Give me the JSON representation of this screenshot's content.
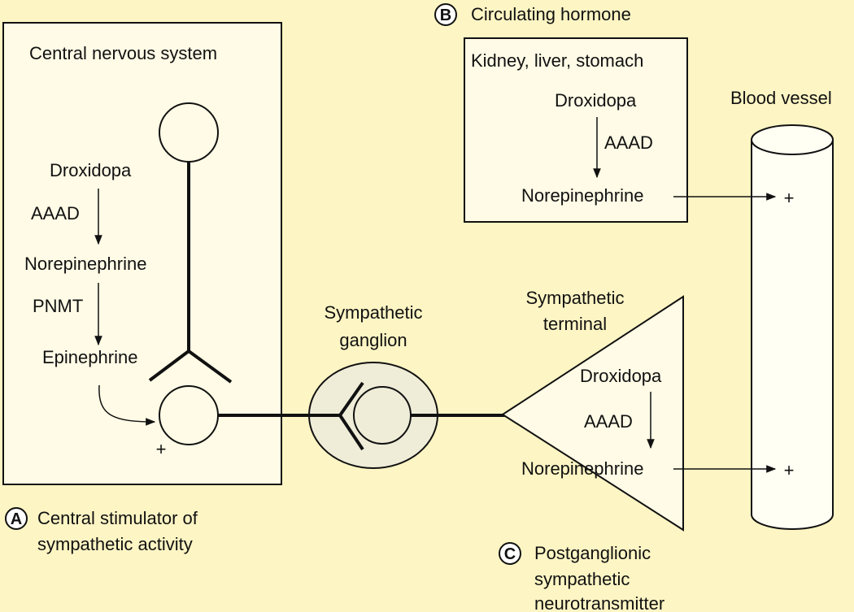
{
  "colors": {
    "background": "#fdf5c4",
    "stroke": "#111111",
    "box_fill": "#fffbe6",
    "ganglion_fill": "#efedd8",
    "vessel_fill": "#fffff4"
  },
  "cns": {
    "title": "Central nervous system",
    "step1": "Droxidopa",
    "enzyme1": "AAAD",
    "step2": "Norepinephrine",
    "enzyme2": "PNMT",
    "step3": "Epinephrine",
    "plus": "+",
    "caption_letter": "A",
    "caption_line1": "Central stimulator of",
    "caption_line2": "sympathetic activity"
  },
  "hormone": {
    "caption_letter": "B",
    "caption": "Circulating hormone",
    "box_title": "Kidney, liver, stomach",
    "step1": "Droxidopa",
    "enzyme": "AAAD",
    "step2": "Norepinephrine",
    "plus": "+"
  },
  "vessel": {
    "label": "Blood vessel"
  },
  "ganglion": {
    "label_line1": "Sympathetic",
    "label_line2": "ganglion"
  },
  "terminal": {
    "label_line1": "Sympathetic",
    "label_line2": "terminal",
    "step1": "Droxidopa",
    "enzyme": "AAAD",
    "step2": "Norepinephrine",
    "plus": "+",
    "caption_letter": "C",
    "caption_line1": "Postganglionic",
    "caption_line2": "sympathetic",
    "caption_line3": "neurotransmitter"
  }
}
